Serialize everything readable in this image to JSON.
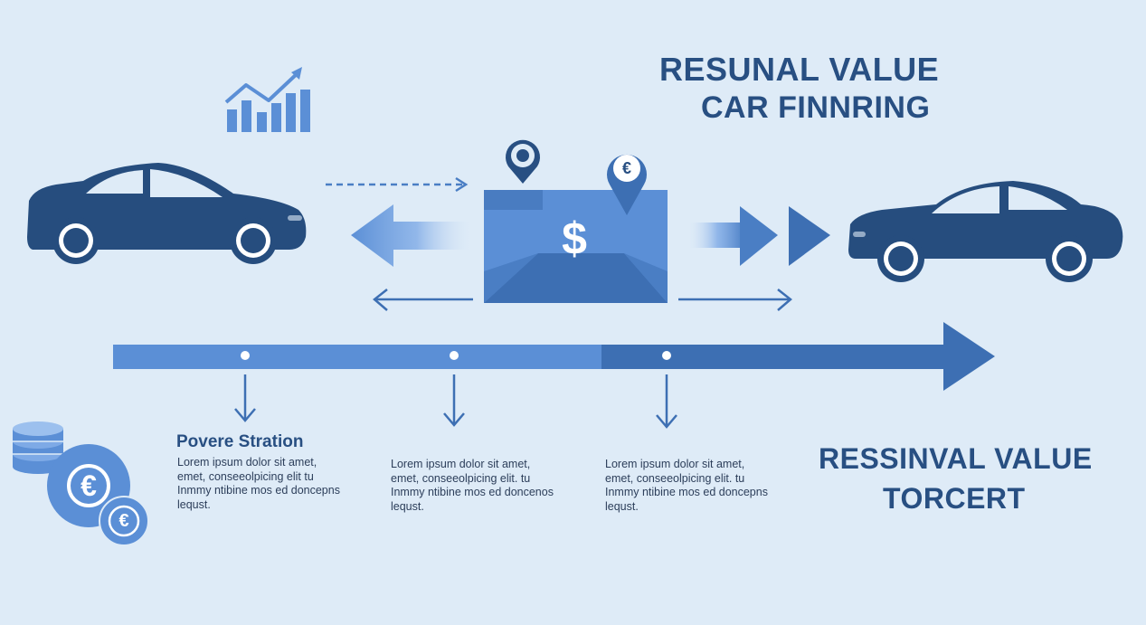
{
  "header": {
    "title_line1": "RESUNAL VALUE",
    "title_line2": "CAR FINNRING"
  },
  "steps": [
    {
      "title": "Povere Stration",
      "text": "Lorem ipsum dolor sit amet, emet, conseeolpicing elit tu Inmmy ntibine mos ed doncepns lequst."
    },
    {
      "title": "",
      "text": "Lorem ipsum dolor sit amet, emet, conseeolpicing elit. tu Inmmy ntibine mos ed doncenos lequst."
    },
    {
      "title": "",
      "text": "Lorem ipsum dolor sit amet, emet, conseeolpicing elit. tu Inmmy ntibine mos ed doncepns lequst."
    }
  ],
  "footer": {
    "title_line1": "RESSINVAL VALUE",
    "title_line2": "TORCERT"
  },
  "icons": {
    "envelope_symbol": "$",
    "pin_symbol": "€",
    "coin_large_symbol": "€",
    "coin_small_symbol": "€"
  },
  "colors": {
    "background": "#deebf7",
    "navy": "#284f82",
    "blue": "#5b8fd6",
    "dark_blue": "#3d6fb3",
    "light_blue": "#7eaae6"
  }
}
